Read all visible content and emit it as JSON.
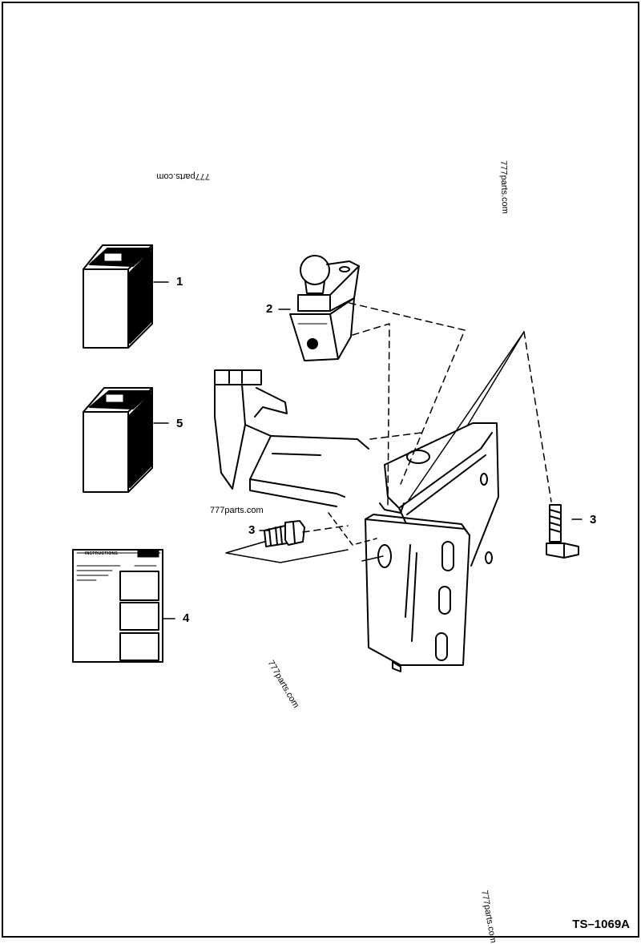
{
  "callouts": {
    "item_1": "1",
    "item_2": "2",
    "item_3a": "3",
    "item_3b": "3",
    "item_4": "4",
    "item_5": "5"
  },
  "watermarks": [
    "777parts.com",
    "777parts.com",
    "777parts.com",
    "777parts.com",
    "777parts.com"
  ],
  "instruction_sheet": {
    "heading": "INSTRUCTIONS"
  },
  "drawing_ref": "TS–1069A"
}
